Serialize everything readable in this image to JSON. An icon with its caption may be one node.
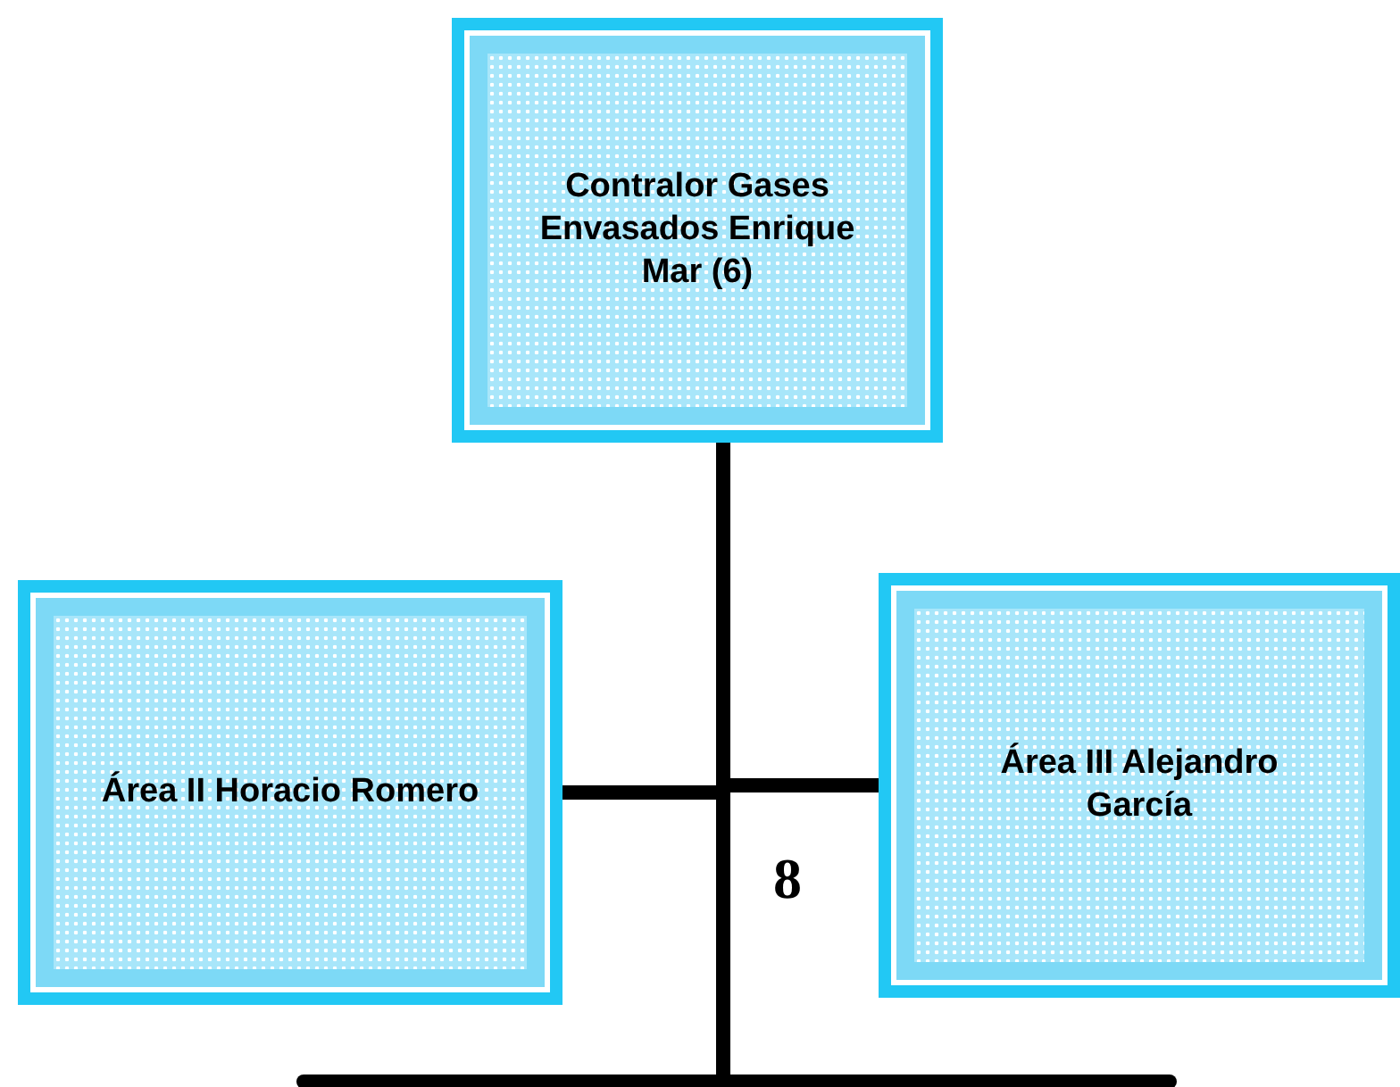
{
  "diagram": {
    "nodes": [
      {
        "text": [
          "Contralor Gases Envasados Enrique Mar (6)"
        ]
      },
      {
        "text": [
          "Área II Horacio Romero"
        ]
      },
      {
        "text": [
          "Área III Alejandro García"
        ]
      }
    ],
    "edges": [
      {
        "from": 0,
        "to": 1,
        "arrow": "none"
      },
      {
        "from": 0,
        "to": 2,
        "arrow": "none"
      },
      {
        "from": 0,
        "to": null,
        "arrow": "none"
      }
    ],
    "labels": [
      "8"
    ]
  }
}
